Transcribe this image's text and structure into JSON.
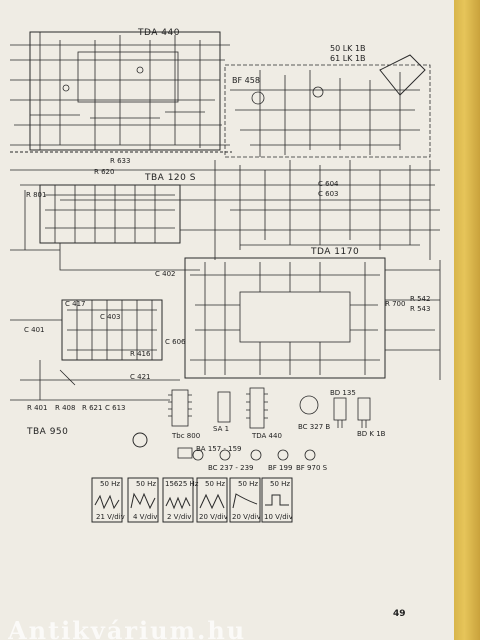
{
  "page": {
    "page_number": "49",
    "watermark": "Antikvárium.hu"
  },
  "ic_labels": {
    "tda440": "TDA 440",
    "tba120s": "TBA 120 S",
    "tda1170": "TDA 1170",
    "tba950": "TBA 950",
    "bf458": "BF 458",
    "crt_50lk1b": "50 LK 1B",
    "crt_61lk1b": "61 LK 1B"
  },
  "component_labels": {
    "r801": "R 801",
    "r633": "R 633",
    "r620": "R 620",
    "r401": "R 401",
    "r408": "R 408",
    "r621": "R 621",
    "r416": "R 416",
    "c613": "C 613",
    "c606": "C 606",
    "c402": "C 402",
    "c403": "C 403",
    "c417": "C 417",
    "c401": "C 401",
    "c421": "C 421",
    "c604": "C 604",
    "c603": "C 603",
    "r700": "R 700",
    "r542": "R 542",
    "r543": "R 543"
  },
  "package_labels": {
    "tbc800": "Tbc 800",
    "sa1": "SA 1",
    "tda440_pkg": "TDA 440",
    "ba_series": "BA 157 - 159",
    "bc_series": "BC 237 - 239",
    "bf199": "BF 199",
    "bc327": "BC 327 B",
    "bf970": "BF 970 S",
    "bd_series": "BD 135",
    "bdk_series": "BD K 1B"
  },
  "waveforms": [
    {
      "top": "50 Hz",
      "bottom": "21 V/div"
    },
    {
      "top": "50 Hz",
      "bottom": "4 V/div"
    },
    {
      "top": "15625 Hz",
      "bottom": "2 V/div"
    },
    {
      "top": "50 Hz",
      "bottom": "20 V/div"
    },
    {
      "top": "50 Hz",
      "bottom": "20 V/div"
    },
    {
      "top": "50 Hz",
      "bottom": "10 V/div"
    }
  ]
}
